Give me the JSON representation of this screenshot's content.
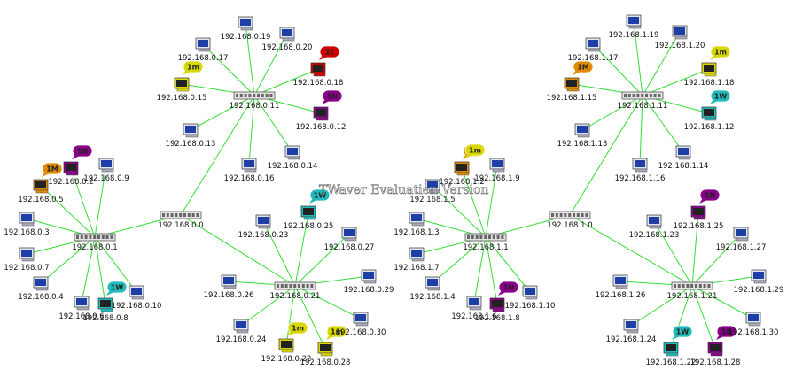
{
  "watermark": "TWaver Evaluation Version",
  "colors": {
    "link": "#33dd33",
    "blue": "#1f3fa6",
    "yellow": "#d8d800",
    "red": "#cc0000",
    "purple": "#880088",
    "cyan": "#22bbbb",
    "orange": "#e08a00"
  },
  "switches": [
    {
      "id": "s011",
      "label": "192.168.0.11"
    },
    {
      "id": "s01",
      "label": "192.168.0.1"
    },
    {
      "id": "s00",
      "label": "192.168.0.0"
    },
    {
      "id": "s021",
      "label": "192.168.0.21"
    },
    {
      "id": "s111",
      "label": "192.168.1.11"
    },
    {
      "id": "s11",
      "label": "192.168.1.1"
    },
    {
      "id": "s10",
      "label": "192.168.1.0"
    },
    {
      "id": "s121",
      "label": "192.168.1.21"
    }
  ],
  "hosts": [
    {
      "label": "192.168.0.19",
      "color": "blue"
    },
    {
      "label": "192.168.0.17",
      "color": "blue"
    },
    {
      "label": "192.168.0.20",
      "color": "blue"
    },
    {
      "label": "192.168.0.18",
      "color": "red",
      "badge": "1c"
    },
    {
      "label": "192.168.0.15",
      "color": "yellow",
      "badge": "1m"
    },
    {
      "label": "192.168.0.12",
      "color": "purple",
      "badge": "1N"
    },
    {
      "label": "192.168.0.13",
      "color": "blue"
    },
    {
      "label": "192.168.0.16",
      "color": "blue"
    },
    {
      "label": "192.168.0.14",
      "color": "blue"
    },
    {
      "label": "192.168.0.2",
      "color": "purple",
      "badge": "1N"
    },
    {
      "label": "192.168.0.9",
      "color": "blue"
    },
    {
      "label": "192.168.0.5",
      "color": "orange",
      "badge": "1M"
    },
    {
      "label": "192.168.0.3",
      "color": "blue"
    },
    {
      "label": "192.168.0.7",
      "color": "blue"
    },
    {
      "label": "192.168.0.4",
      "color": "blue"
    },
    {
      "label": "192.168.0.6",
      "color": "blue"
    },
    {
      "label": "192.168.0.10",
      "color": "blue"
    },
    {
      "label": "192.168.0.8",
      "color": "cyan",
      "badge": "1W"
    },
    {
      "label": "192.168.0.23",
      "color": "blue"
    },
    {
      "label": "192.168.0.25",
      "color": "cyan",
      "badge": "1W"
    },
    {
      "label": "192.168.0.27",
      "color": "blue"
    },
    {
      "label": "192.168.0.26",
      "color": "blue"
    },
    {
      "label": "192.168.0.29",
      "color": "blue"
    },
    {
      "label": "192.168.0.24",
      "color": "blue"
    },
    {
      "label": "192.168.0.22",
      "color": "yellow",
      "badge": "1m"
    },
    {
      "label": "192.168.0.28",
      "color": "yellow",
      "badge": "1m"
    },
    {
      "label": "192.168.0.30",
      "color": "blue"
    },
    {
      "label": "192.168.1.19",
      "color": "blue"
    },
    {
      "label": "192.168.1.17",
      "color": "blue"
    },
    {
      "label": "192.168.1.20",
      "color": "blue"
    },
    {
      "label": "192.168.1.18",
      "color": "yellow",
      "badge": "1m"
    },
    {
      "label": "192.168.1.15",
      "color": "orange",
      "badge": "1M"
    },
    {
      "label": "192.168.1.12",
      "color": "cyan",
      "badge": "1W"
    },
    {
      "label": "192.168.1.13",
      "color": "blue"
    },
    {
      "label": "192.168.1.16",
      "color": "blue"
    },
    {
      "label": "192.168.1.14",
      "color": "blue"
    },
    {
      "label": "192.168.1.2",
      "color": "orange",
      "badge": "1M"
    },
    {
      "label": "192.168.1.9",
      "color": "blue"
    },
    {
      "label": "192.168.1.5",
      "color": "blue"
    },
    {
      "label": "192.168.1.3",
      "color": "blue"
    },
    {
      "label": "192.168.1.7",
      "color": "blue"
    },
    {
      "label": "192.168.1.4",
      "color": "blue"
    },
    {
      "label": "192.168.1.6",
      "color": "blue"
    },
    {
      "label": "192.168.1.10",
      "color": "blue"
    },
    {
      "label": "192.168.1.8",
      "color": "purple",
      "badge": "1N"
    },
    {
      "label": "192.168.1.23",
      "color": "blue"
    },
    {
      "label": "192.168.1.25",
      "color": "purple",
      "badge": "1N"
    },
    {
      "label": "192.168.1.27",
      "color": "blue"
    },
    {
      "label": "192.168.1.26",
      "color": "blue"
    },
    {
      "label": "192.168.1.29",
      "color": "blue"
    },
    {
      "label": "192.168.1.24",
      "color": "blue"
    },
    {
      "label": "192.168.1.22",
      "color": "cyan",
      "badge": "1W"
    },
    {
      "label": "192.168.1.28",
      "color": "purple",
      "badge": "1N"
    },
    {
      "label": "192.168.1.30",
      "color": "blue"
    }
  ],
  "extra_badges": [
    {
      "text": "1m",
      "color": "yellow"
    }
  ]
}
